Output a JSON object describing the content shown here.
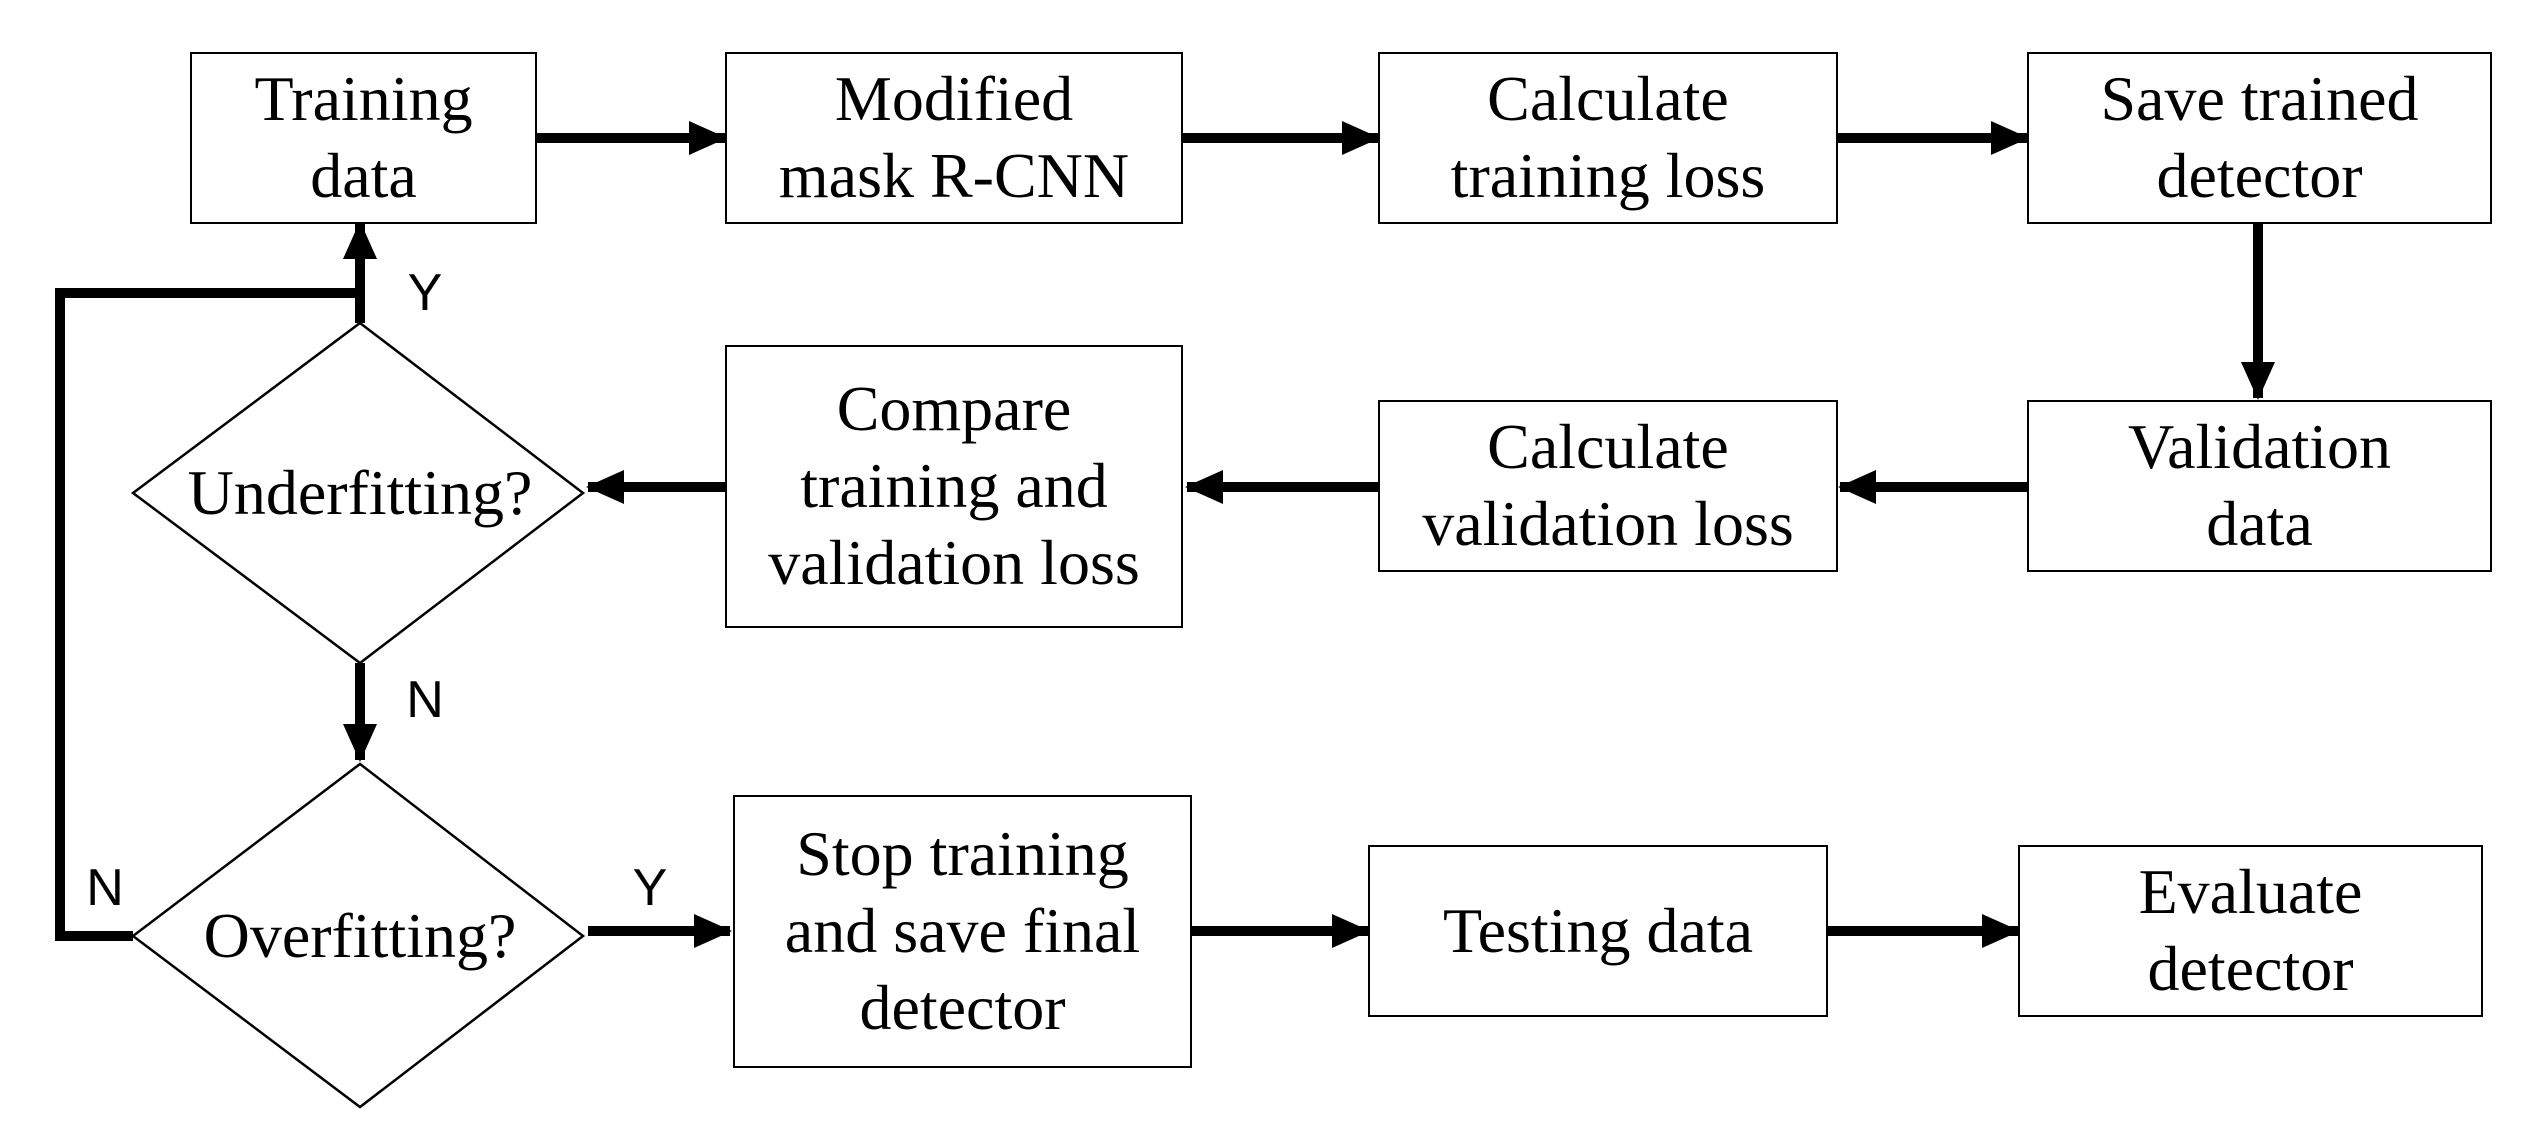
{
  "nodes": {
    "training_data": "Training\ndata",
    "modified_mask_rcnn": "Modified\nmask R-CNN",
    "calculate_training_loss": "Calculate\ntraining loss",
    "save_trained_detector": "Save trained\ndetector",
    "validation_data": "Validation\ndata",
    "calculate_validation_loss": "Calculate\nvalidation loss",
    "compare_losses": "Compare\ntraining and\nvalidation loss",
    "underfitting": "Underfitting?",
    "overfitting": "Overfitting?",
    "stop_training": "Stop training\nand save final\ndetector",
    "testing_data": "Testing data",
    "evaluate_detector": "Evaluate\ndetector"
  },
  "edge_labels": {
    "underfit_yes": "Y",
    "underfit_no": "N",
    "overfit_yes": "Y",
    "overfit_no": "N"
  }
}
